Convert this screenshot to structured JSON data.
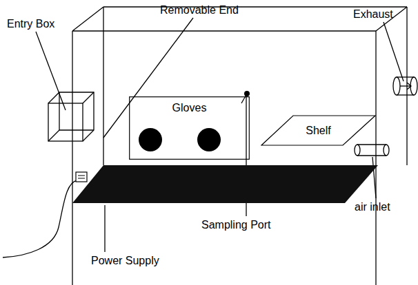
{
  "diagram": {
    "nodes": [
      {
        "text": [
          "Gloves"
        ]
      },
      {
        "text": [
          "Shelf"
        ]
      }
    ],
    "labels": [
      "Removable End",
      "Entry Box",
      "Exhaust",
      "Sampling Port",
      "air inlet",
      "Power Supply"
    ]
  }
}
